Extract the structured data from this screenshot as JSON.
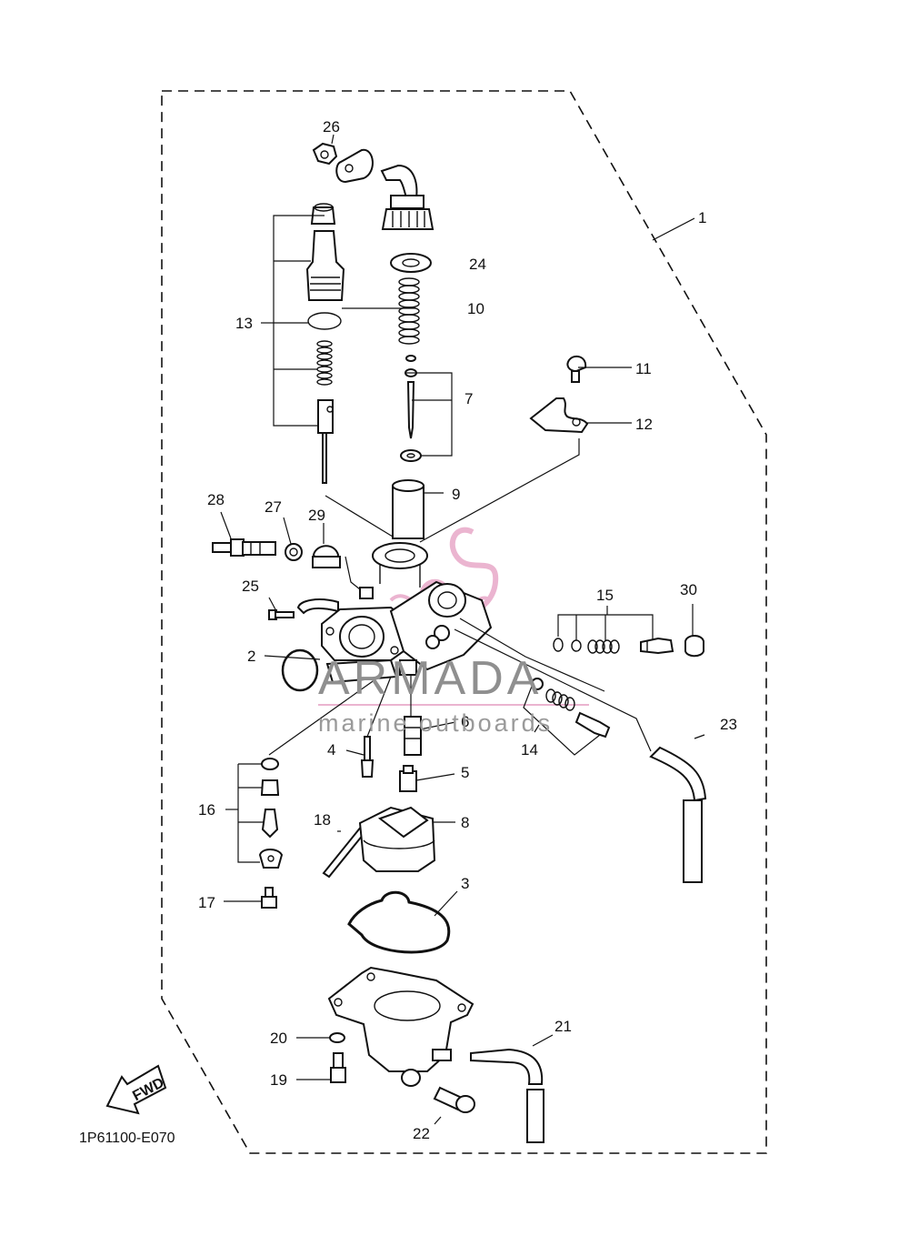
{
  "diagram_code": "1P61100-E070",
  "fwd_label": "FWD",
  "watermark": {
    "brand": "ARMADA",
    "tagline": "marine outboards",
    "accent_color": "#e8a8c8"
  },
  "colors": {
    "line": "#111111",
    "watermark_text": "#8f8f8f",
    "watermark_accent": "#e8a8c8"
  },
  "callouts": {
    "c1": "1",
    "c2": "2",
    "c3": "3",
    "c4": "4",
    "c5": "5",
    "c6": "6",
    "c7": "7",
    "c8": "8",
    "c9": "9",
    "c10": "10",
    "c11": "11",
    "c12": "12",
    "c13": "13",
    "c14": "14",
    "c15": "15",
    "c16": "16",
    "c17": "17",
    "c18": "18",
    "c19": "19",
    "c20": "20",
    "c21": "21",
    "c22": "22",
    "c23": "23",
    "c24": "24",
    "c25": "25",
    "c26": "26",
    "c27": "27",
    "c28": "28",
    "c29": "29",
    "c30": "30"
  }
}
